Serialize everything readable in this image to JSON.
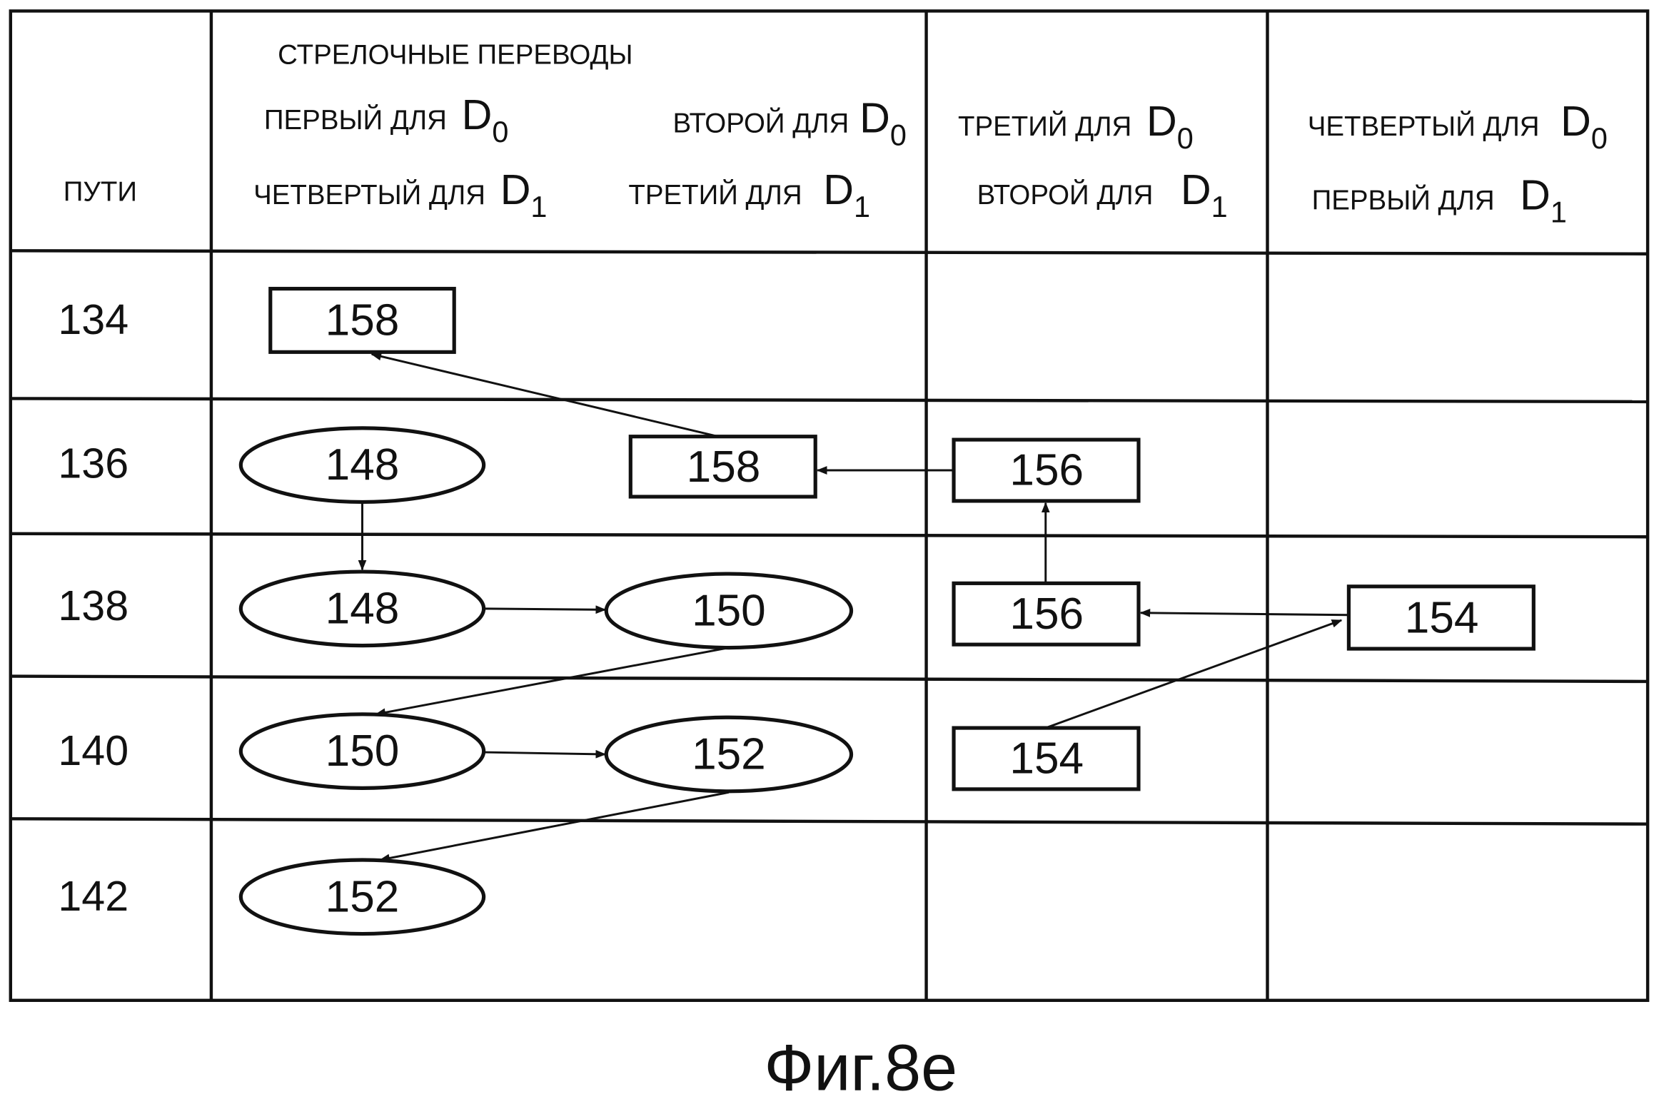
{
  "header": {
    "paths_label": "ПУТИ",
    "switches_title": "СТРЕЛОЧНЫЕ ПЕРЕВОДЫ",
    "col1_top": {
      "text": "ПЕРВЫЙ ДЛЯ",
      "var": "D",
      "sub": "0"
    },
    "col1_bottom": {
      "text": "ЧЕТВЕРТЫЙ ДЛЯ",
      "var": "D",
      "sub": "1"
    },
    "col2_top": {
      "text": "ВТОРОЙ ДЛЯ",
      "var": "D",
      "sub": "0"
    },
    "col2_bottom": {
      "text": "ТРЕТИЙ ДЛЯ",
      "var": "D",
      "sub": "1"
    },
    "col3_top": {
      "text": "ТРЕТИЙ ДЛЯ",
      "var": "D",
      "sub": "0"
    },
    "col3_bottom": {
      "text": "ВТОРОЙ ДЛЯ",
      "var": "D",
      "sub": "1"
    },
    "col4_top": {
      "text": "ЧЕТВЕРТЫЙ ДЛЯ",
      "var": "D",
      "sub": "0"
    },
    "col4_bottom": {
      "text": "ПЕРВЫЙ ДЛЯ",
      "var": "D",
      "sub": "1"
    }
  },
  "rows": [
    "134",
    "136",
    "138",
    "140",
    "142"
  ],
  "nodes": {
    "r134_rect": "158",
    "r136_ellipse": "148",
    "r136_rect_a": "158",
    "r136_rect_b": "156",
    "r138_ellipse_a": "148",
    "r138_ellipse_b": "150",
    "r138_rect_a": "156",
    "r138_rect_b": "154",
    "r140_ellipse_a": "150",
    "r140_ellipse_b": "152",
    "r140_rect": "154",
    "r142_ellipse": "152"
  },
  "caption": "Фиг.8е"
}
